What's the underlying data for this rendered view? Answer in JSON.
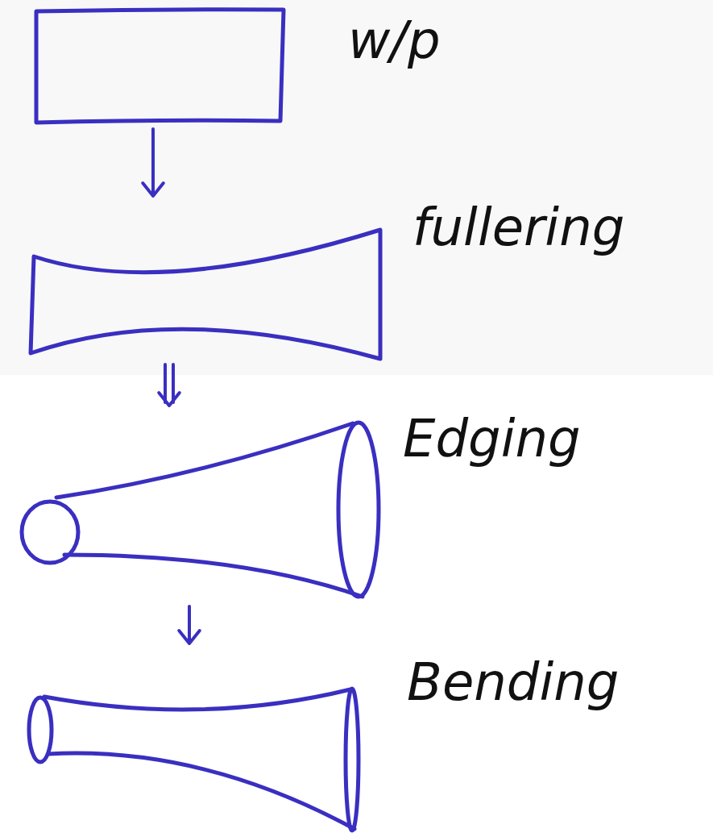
{
  "diagram": {
    "nodes": [
      {
        "text": [
          "w/p"
        ]
      },
      {
        "text": [
          "fullering"
        ]
      },
      {
        "text": [
          "Edging"
        ]
      },
      {
        "text": [
          "Bending"
        ]
      }
    ],
    "edges": [
      {
        "from": 0,
        "to": 1,
        "arrow": "to"
      },
      {
        "from": 1,
        "to": 2,
        "arrow": "to"
      },
      {
        "from": 2,
        "to": 3,
        "arrow": "to"
      }
    ]
  }
}
